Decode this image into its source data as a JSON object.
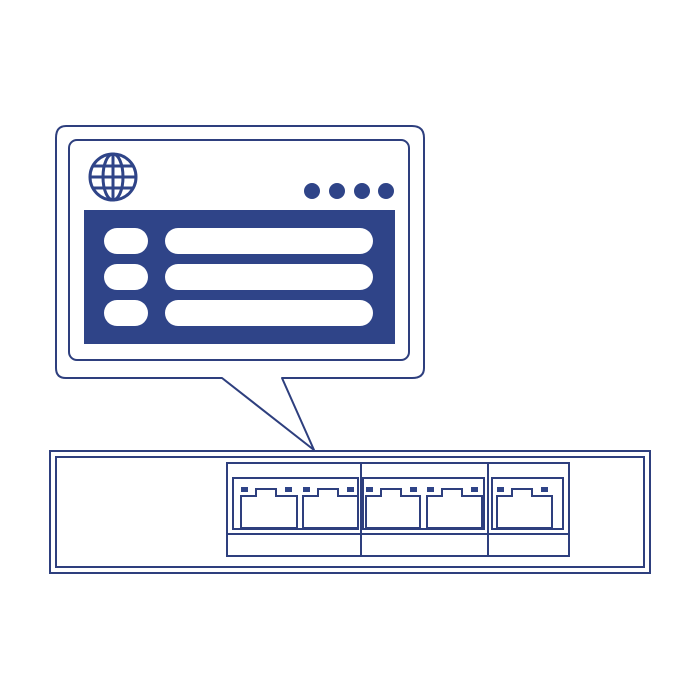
{
  "colors": {
    "stroke": "#2e3f7e",
    "fill": "#2f4488",
    "background": "#ffffff"
  },
  "callout": {
    "icon": "globe-icon",
    "menu_dots": 4,
    "menu_rows": 3
  },
  "switch": {
    "port_count": 5,
    "port_groups": [
      2,
      2,
      1
    ],
    "icon": "ethernet-port-icon"
  }
}
